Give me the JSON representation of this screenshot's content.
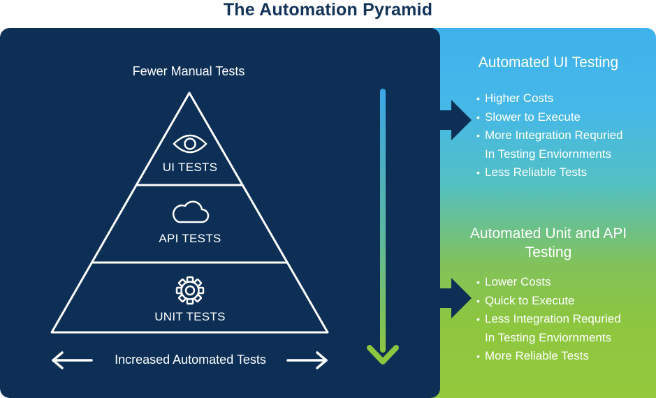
{
  "header": {
    "title": "The Automation Pyramid"
  },
  "pyramid": {
    "top_label": "Fewer Manual Tests",
    "bottom_label": "Increased Automated Tests",
    "layers": [
      {
        "label": "UI TESTS",
        "icon": "eye-icon"
      },
      {
        "label": "API TESTS",
        "icon": "cloud-icon"
      },
      {
        "label": "UNIT TESTS",
        "icon": "gear-icon"
      }
    ]
  },
  "ui_section": {
    "title": "Automated UI Testing",
    "bullets": [
      "Higher Costs",
      "Slower to Execute",
      "More Integration Requried\nIn Testing Enviornments",
      "Less Reliable Tests"
    ]
  },
  "unit_section": {
    "title": "Automated Unit and API\nTesting",
    "bullets": [
      "Lower Costs",
      "Quick to Execute",
      "Less Integration Requried\nIn Testing Enviornments",
      "More Reliable Tests"
    ]
  },
  "colors": {
    "title": "#13335a",
    "panel": "#0d2f55",
    "gradient_top": "#3fb2ec",
    "gradient_bottom": "#94c93c"
  }
}
